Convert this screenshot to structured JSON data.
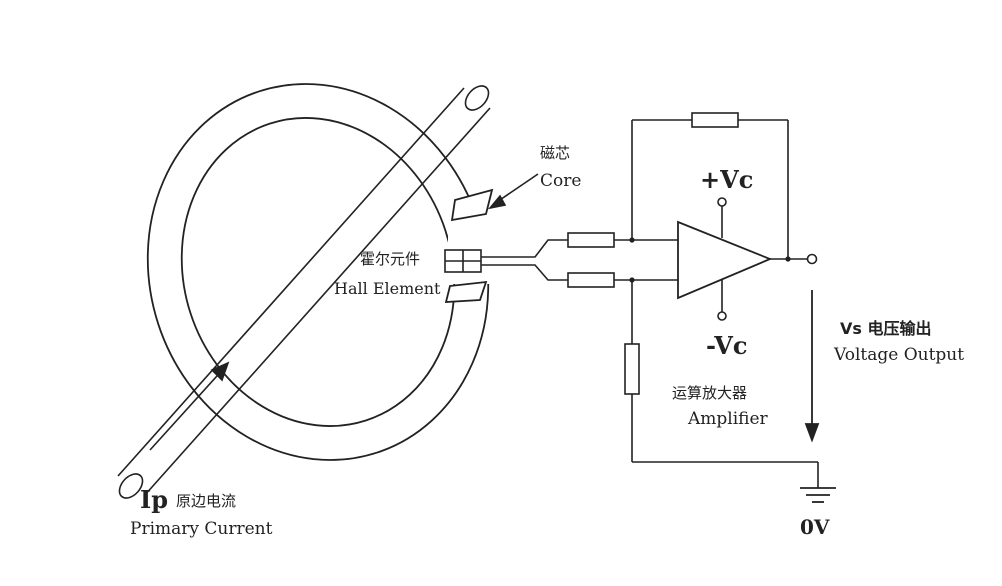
{
  "labels": {
    "core_cn": "磁芯",
    "core_en": "Core",
    "hall_cn": "霍尔元件",
    "hall_en": "Hall Element",
    "vcc_pos": "+Vc",
    "vcc_neg": "-Vc",
    "output_cn": "Vs 电压输出",
    "output_en": "Voltage Output",
    "amp_cn": "运算放大器",
    "amp_en": "Amplifier",
    "primary_sym": "Ip",
    "primary_cn": "原边电流",
    "primary_en": "Primary Current",
    "ground": "0V"
  },
  "colors": {
    "line": "#222222",
    "background": "#ffffff"
  }
}
